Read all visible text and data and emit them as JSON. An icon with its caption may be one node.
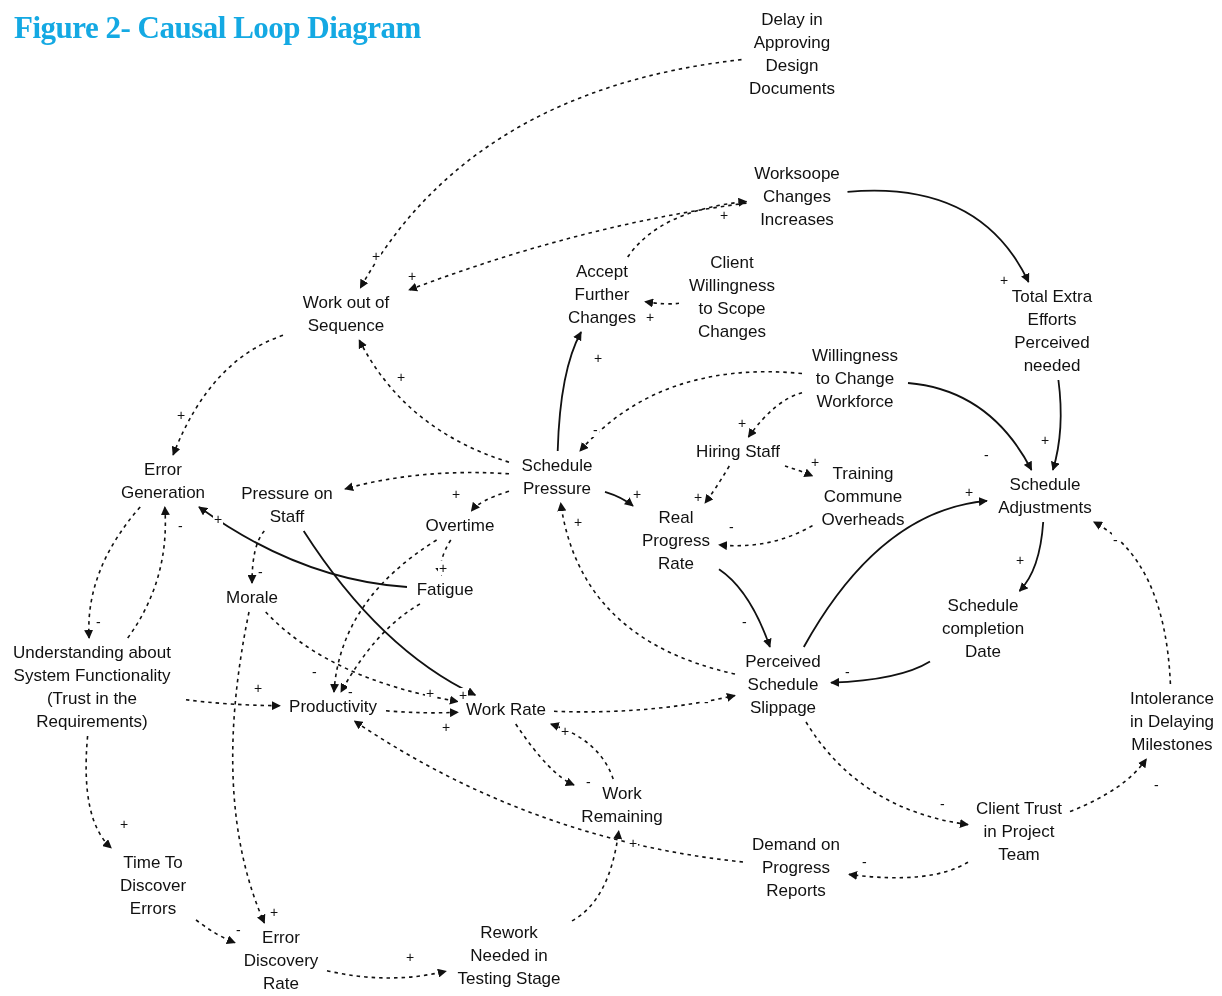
{
  "diagram": {
    "title": "Figure 2- Causal Loop Diagram",
    "nodes": [
      {
        "text": [
          "Delay in Approving Design Documents"
        ]
      },
      {
        "text": [
          "Worksoope Changes Increases"
        ]
      },
      {
        "text": [
          "Work out of Sequence"
        ]
      },
      {
        "text": [
          "Accept Further Changes"
        ]
      },
      {
        "text": [
          "Client Willingness to Scope Changes"
        ]
      },
      {
        "text": [
          "Total Extra Efforts Perceived needed"
        ]
      },
      {
        "text": [
          "Willingness to Change Workforce"
        ]
      },
      {
        "text": [
          "Error Generation"
        ]
      },
      {
        "text": [
          "Pressure on Staff"
        ]
      },
      {
        "text": [
          "Schedule Pressure"
        ]
      },
      {
        "text": [
          "Hiring Staff"
        ]
      },
      {
        "text": [
          "Training Commune Overheads"
        ]
      },
      {
        "text": [
          "Schedule Adjustments"
        ]
      },
      {
        "text": [
          "Overtime"
        ]
      },
      {
        "text": [
          "Real Progress Rate"
        ]
      },
      {
        "text": [
          "Fatigue"
        ]
      },
      {
        "text": [
          "Morale"
        ]
      },
      {
        "text": [
          "Understanding about System Functionality (Trust in the Requirements)"
        ]
      },
      {
        "text": [
          "Schedule completion Date"
        ]
      },
      {
        "text": [
          "Perceived Schedule Slippage"
        ]
      },
      {
        "text": [
          "Productivity"
        ]
      },
      {
        "text": [
          "Work Rate"
        ]
      },
      {
        "text": [
          "Intolerance in Delaying Milestones"
        ]
      },
      {
        "text": [
          "Work Remaining"
        ]
      },
      {
        "text": [
          "Client Trust in Project Team"
        ]
      },
      {
        "text": [
          "Demand on Progress Reports"
        ]
      },
      {
        "text": [
          "Time To Discover Errors"
        ]
      },
      {
        "text": [
          "Error Discovery Rate"
        ]
      },
      {
        "text": [
          "Rework Needed in Testing Stage"
        ]
      }
    ],
    "edges": [
      {
        "from": 0,
        "to": 2,
        "arrow": "to",
        "label": "+",
        "style": "dashed"
      },
      {
        "from": 1,
        "to": 2,
        "arrow": "to",
        "label": "+",
        "style": "dashed"
      },
      {
        "from": 3,
        "to": 1,
        "arrow": "to",
        "label": "+",
        "style": "dashed"
      },
      {
        "from": 4,
        "to": 3,
        "arrow": "to",
        "label": "+",
        "style": "dashed"
      },
      {
        "from": 1,
        "to": 5,
        "arrow": "to",
        "label": "+"
      },
      {
        "from": 5,
        "to": 12,
        "arrow": "to",
        "label": "+"
      },
      {
        "from": 6,
        "to": 12,
        "arrow": "to",
        "label": "-"
      },
      {
        "from": 6,
        "to": 9,
        "arrow": "to",
        "label": "-",
        "style": "dashed"
      },
      {
        "from": 6,
        "to": 10,
        "arrow": "to",
        "label": "+",
        "style": "dashed"
      },
      {
        "from": 9,
        "to": 3,
        "arrow": "to",
        "label": "+"
      },
      {
        "from": 9,
        "to": 2,
        "arrow": "to",
        "label": "+",
        "style": "dashed"
      },
      {
        "from": 2,
        "to": 7,
        "arrow": "to",
        "label": "+",
        "style": "dashed"
      },
      {
        "from": 9,
        "to": 8,
        "arrow": "to",
        "style": "dashed"
      },
      {
        "from": 9,
        "to": 13,
        "arrow": "to",
        "label": "+",
        "style": "dashed"
      },
      {
        "from": 9,
        "to": 14,
        "arrow": "to",
        "label": "+"
      },
      {
        "from": 10,
        "to": 14,
        "arrow": "to",
        "label": "+",
        "style": "dashed"
      },
      {
        "from": 10,
        "to": 11,
        "arrow": "to",
        "label": "+",
        "style": "dashed"
      },
      {
        "from": 11,
        "to": 14,
        "arrow": "to",
        "label": "-",
        "style": "dashed"
      },
      {
        "from": 14,
        "to": 19,
        "arrow": "to",
        "label": "-"
      },
      {
        "from": 19,
        "to": 9,
        "arrow": "to",
        "label": "+",
        "style": "dashed"
      },
      {
        "from": 19,
        "to": 12,
        "arrow": "to",
        "label": "+"
      },
      {
        "from": 12,
        "to": 18,
        "arrow": "to",
        "label": "+"
      },
      {
        "from": 18,
        "to": 19,
        "arrow": "to",
        "label": "-"
      },
      {
        "from": 22,
        "to": 12,
        "arrow": "to",
        "label": "-",
        "style": "dashed"
      },
      {
        "from": 24,
        "to": 22,
        "arrow": "to",
        "label": "-",
        "style": "dashed"
      },
      {
        "from": 19,
        "to": 24,
        "arrow": "to",
        "label": "-",
        "style": "dashed"
      },
      {
        "from": 24,
        "to": 25,
        "arrow": "to",
        "label": "-",
        "style": "dashed"
      },
      {
        "from": 25,
        "to": 20,
        "arrow": "to",
        "style": "dashed"
      },
      {
        "from": 21,
        "to": 19,
        "arrow": "to",
        "label": "-",
        "style": "dashed"
      },
      {
        "from": 21,
        "to": 23,
        "arrow": "to",
        "label": "-",
        "style": "dashed"
      },
      {
        "from": 23,
        "to": 21,
        "arrow": "to",
        "label": "+",
        "style": "dashed"
      },
      {
        "from": 28,
        "to": 23,
        "arrow": "to",
        "label": "+",
        "style": "dashed"
      },
      {
        "from": 27,
        "to": 28,
        "arrow": "to",
        "label": "+",
        "style": "dashed"
      },
      {
        "from": 26,
        "to": 27,
        "arrow": "to",
        "label": "-",
        "style": "dashed"
      },
      {
        "from": 17,
        "to": 26,
        "arrow": "to",
        "label": "+",
        "style": "dashed"
      },
      {
        "from": 16,
        "to": 27,
        "arrow": "to",
        "label": "+",
        "style": "dashed"
      },
      {
        "from": 17,
        "to": 20,
        "arrow": "to",
        "label": "+",
        "style": "dashed"
      },
      {
        "from": 7,
        "to": 17,
        "arrow": "to",
        "label": "-",
        "style": "dashed"
      },
      {
        "from": 17,
        "to": 7,
        "arrow": "to",
        "label": "-",
        "style": "dashed"
      },
      {
        "from": 15,
        "to": 7,
        "arrow": "to",
        "label": "+"
      },
      {
        "from": 8,
        "to": 21,
        "arrow": "to",
        "label": "+"
      },
      {
        "from": 8,
        "to": 16,
        "arrow": "to",
        "label": "-",
        "style": "dashed"
      },
      {
        "from": 13,
        "to": 15,
        "arrow": "to",
        "label": "+",
        "style": "dashed"
      },
      {
        "from": 13,
        "to": 20,
        "arrow": "to",
        "label": "-",
        "style": "dashed"
      },
      {
        "from": 15,
        "to": 20,
        "arrow": "to",
        "label": "-",
        "style": "dashed"
      },
      {
        "from": 16,
        "to": 21,
        "arrow": "to",
        "label": "+",
        "style": "dashed"
      },
      {
        "from": 20,
        "to": 21,
        "arrow": "to",
        "label": "+",
        "style": "dashed"
      }
    ]
  }
}
